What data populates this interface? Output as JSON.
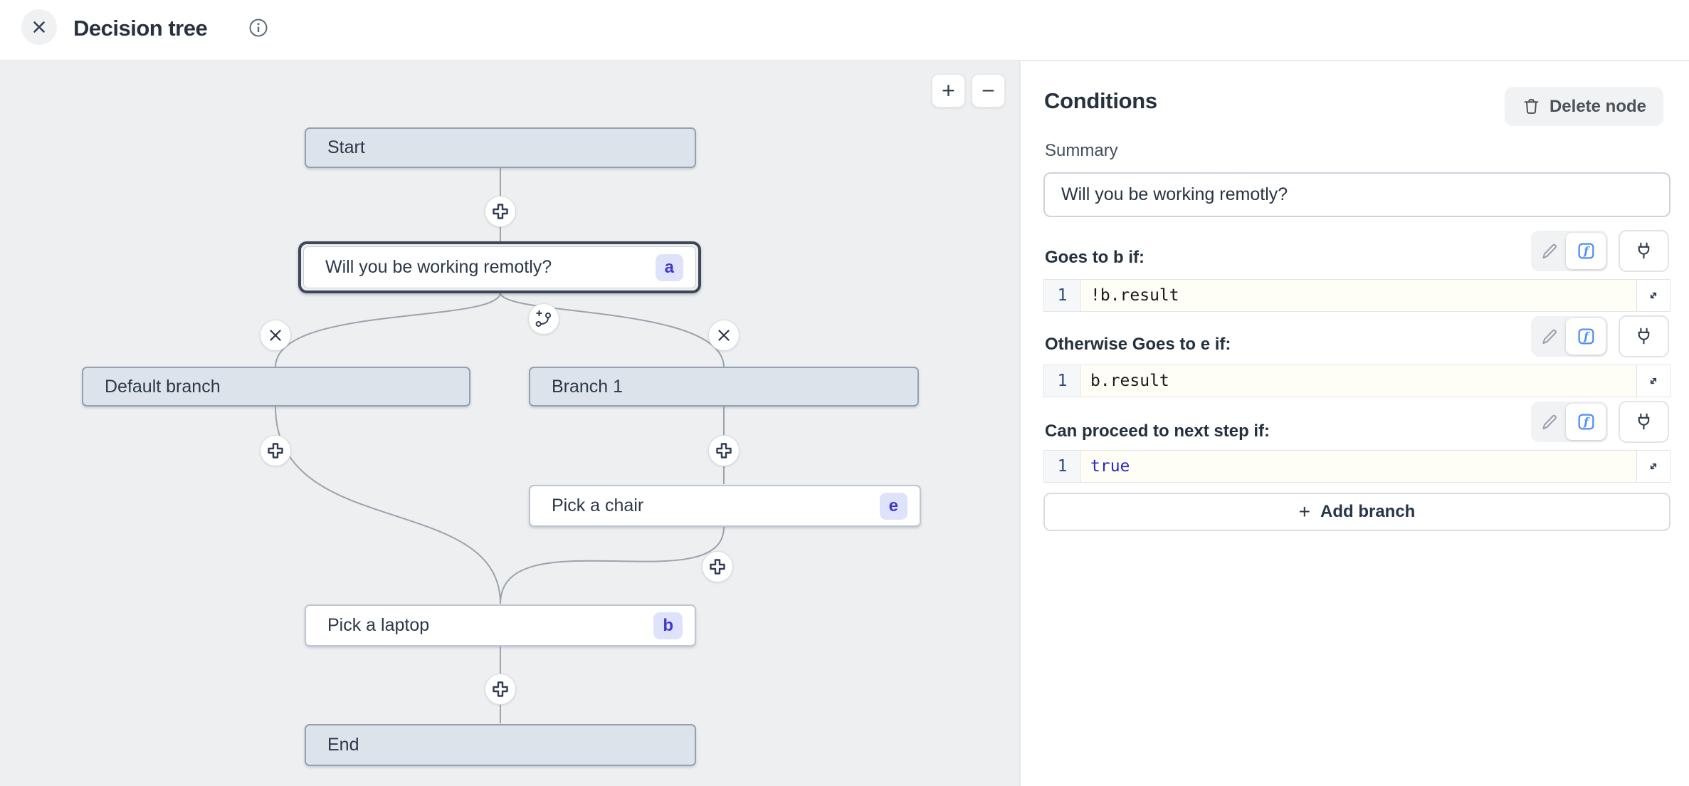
{
  "topbar": {
    "title": "Decision tree"
  },
  "canvas": {
    "zoom_in": "+",
    "zoom_out": "−",
    "nodes": [
      {
        "label": "Start"
      },
      {
        "label": "Will you be working remotly?",
        "badge": "a",
        "selected": true
      },
      {
        "label": "Default branch"
      },
      {
        "label": "Branch 1"
      },
      {
        "label": "Pick a chair",
        "badge": "e"
      },
      {
        "label": "Pick a laptop",
        "badge": "b"
      },
      {
        "label": "End"
      }
    ]
  },
  "panel": {
    "title": "Conditions",
    "delete_button": "Delete node",
    "summary_label": "Summary",
    "summary_value": "Will you be working remotly?",
    "conditions": [
      {
        "label": "Goes to b if:",
        "line_number": "1",
        "code": "!b.result"
      },
      {
        "label": "Otherwise Goes to e if:",
        "line_number": "1",
        "code": "b.result"
      },
      {
        "label": "Can proceed to next step if:",
        "line_number": "1",
        "code": "true"
      }
    ],
    "add_branch_button": "Add branch",
    "add_branch_plus": "+"
  },
  "icons": {
    "close-icon": "x cross",
    "info-icon": "circled i",
    "add-node-icon": "outlined plus in circle",
    "add-branch-icon": "plus with branch path",
    "remove-branch-icon": "x in circle",
    "trash-icon": "trash can outline",
    "pencil-icon": "pencil outline",
    "fx-icon": "italic f in rounded square",
    "plug-icon": "power plug",
    "expand-icon": "diagonal resize arrows"
  },
  "colors": {
    "accent_blue": "#4d8df7",
    "canvas_bg": "#edeff1",
    "node_fill": "#dce3ea",
    "node_border": "#96a1ae",
    "selected_border": "#3d4757",
    "badge_bg": "#dee3fb",
    "badge_text": "#4338ca",
    "edge": "#9ba3ad",
    "code_bg": "#fffef6",
    "keyword_blue": "#2a2ac5"
  }
}
